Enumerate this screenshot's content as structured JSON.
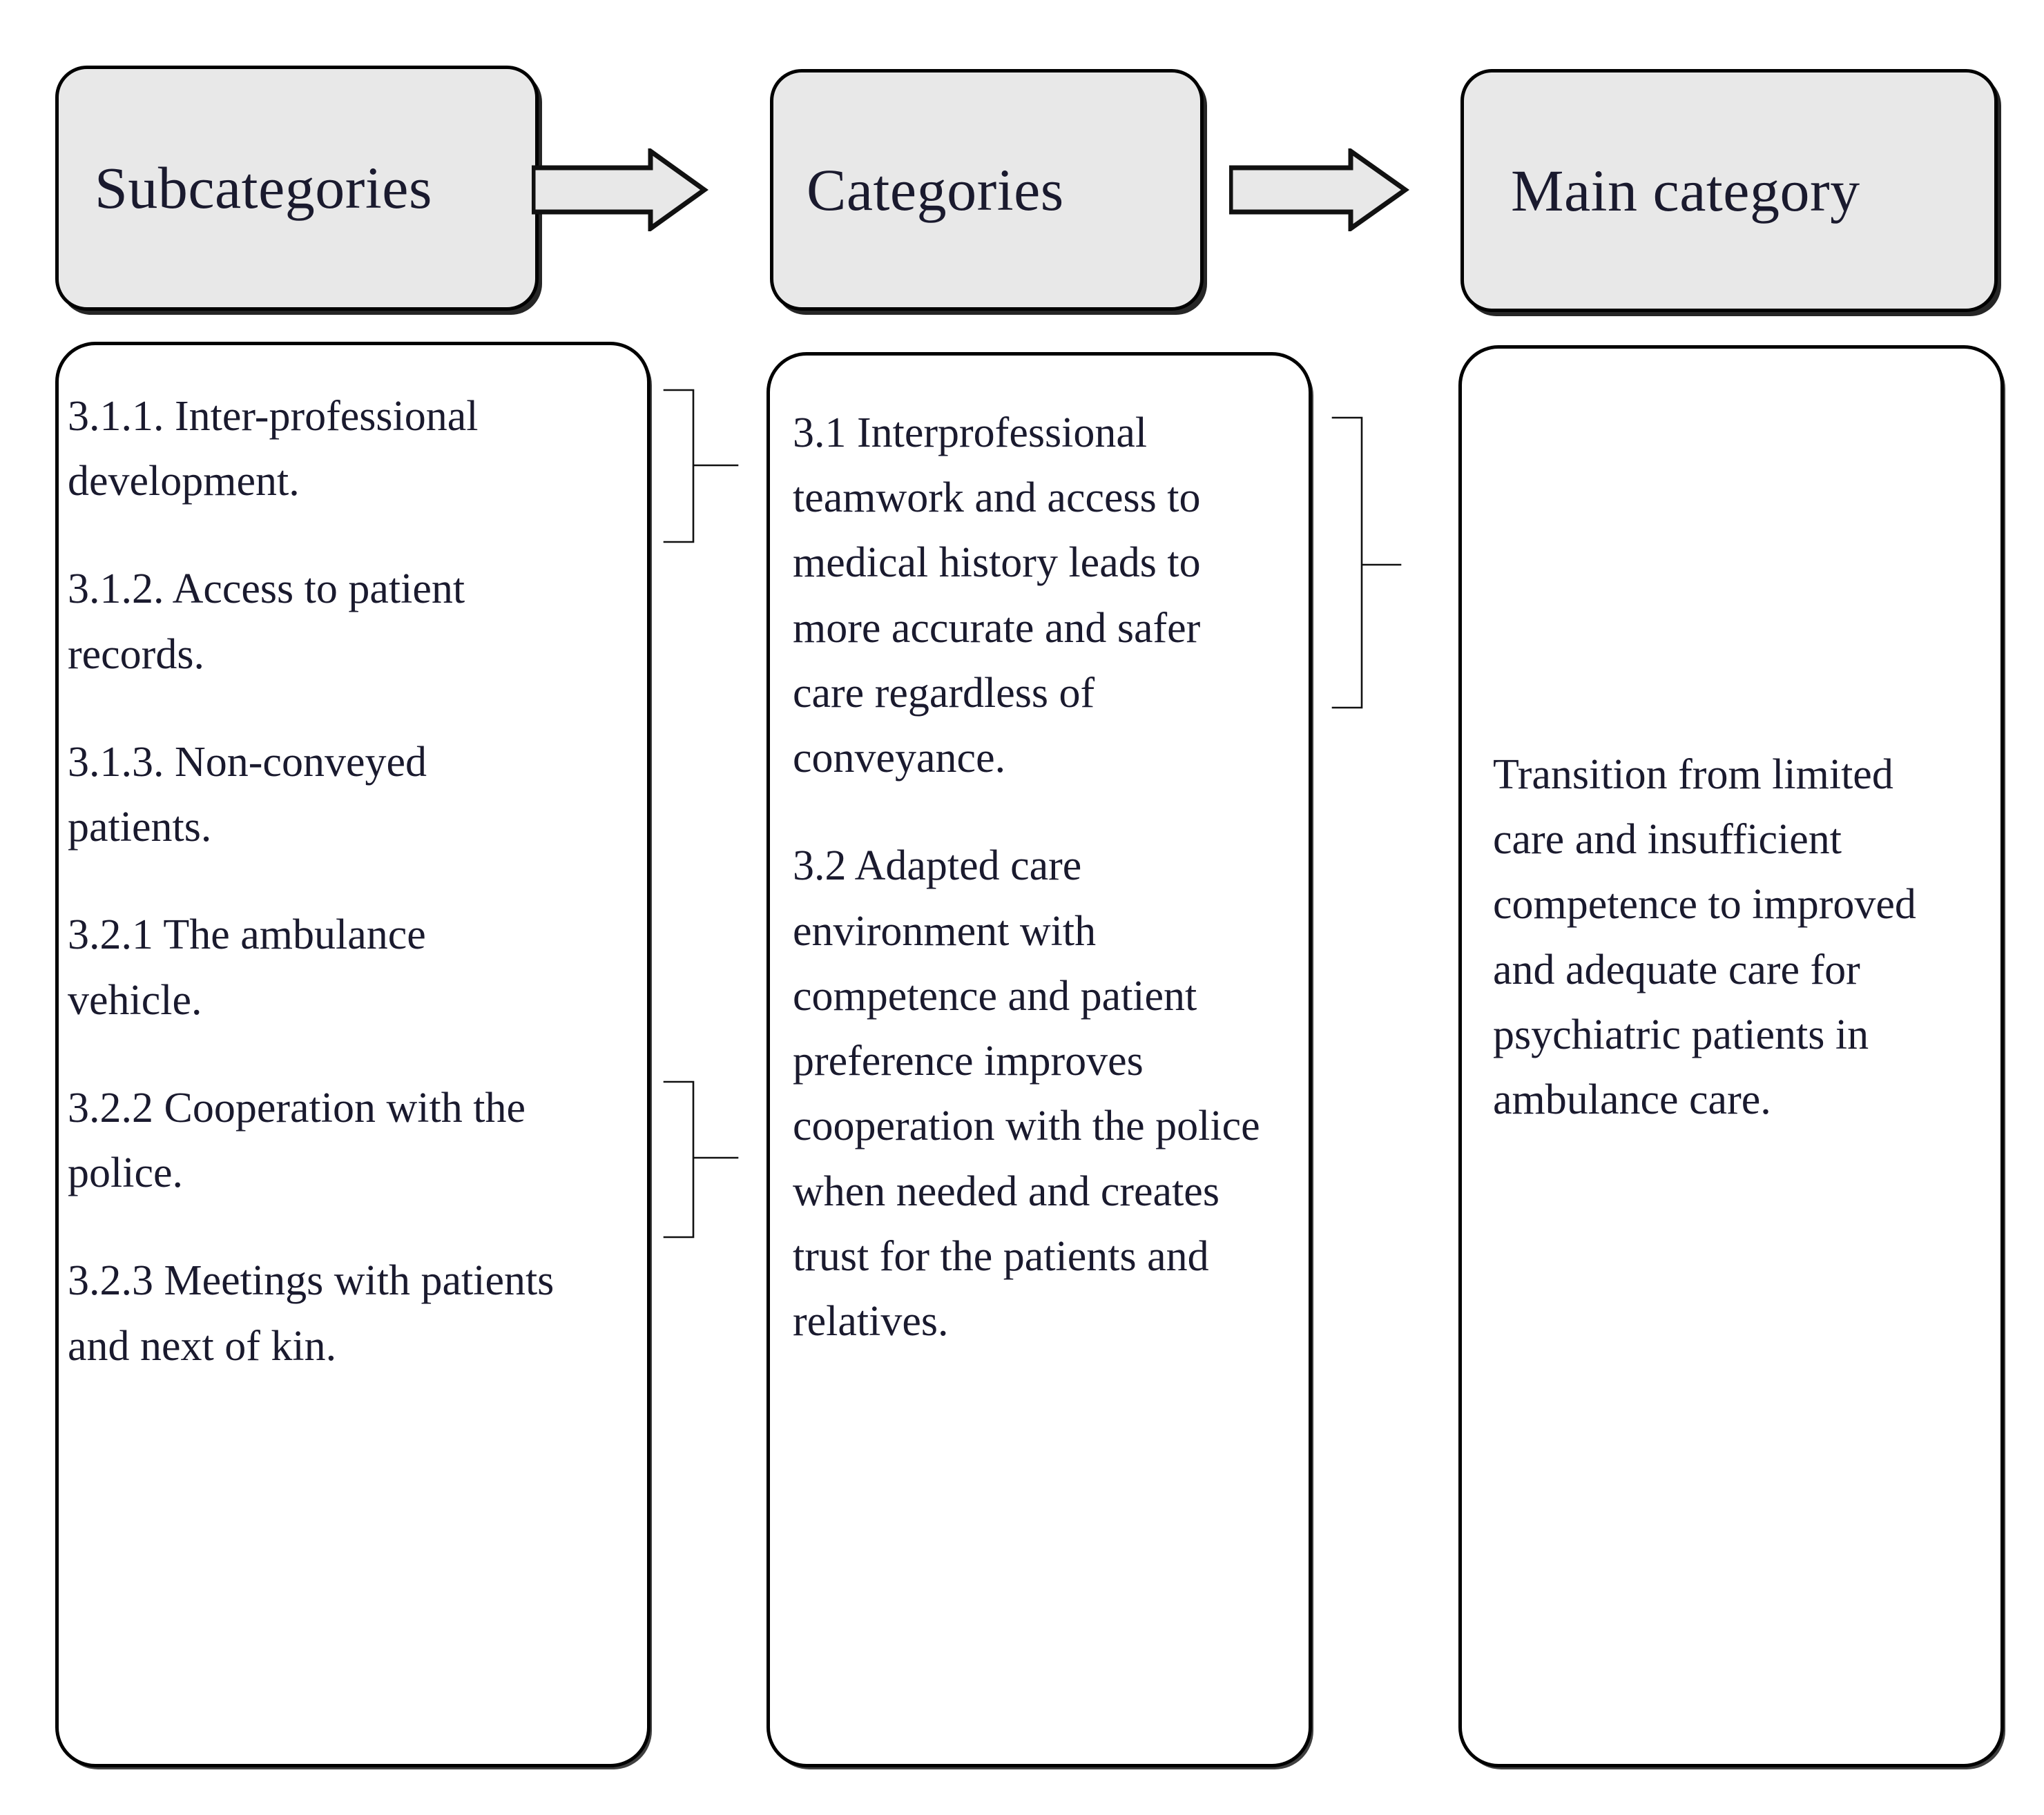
{
  "headers": [
    {
      "id": "subcategories",
      "label": "Subcategories"
    },
    {
      "id": "categories",
      "label": "Categories"
    },
    {
      "id": "main-category",
      "label": "Main category"
    }
  ],
  "arrows": [
    {
      "id": "arrow-subcategories-to-categories",
      "name": "right-arrow-icon"
    },
    {
      "id": "arrow-categories-to-main-category",
      "name": "right-arrow-icon"
    }
  ],
  "columns": {
    "subcategories": {
      "items": [
        "3.1.1. Inter-professional development.",
        "3.1.2. Access to patient records.",
        "3.1.3. Non-conveyed patients.",
        "3.2.1 The ambulance vehicle.",
        "3.2.2 Cooperation with the police.",
        "3.2.3 Meetings with patients and next of kin."
      ]
    },
    "categories": {
      "items": [
        "3.1 Interprofessional teamwork and access to medical history leads to more accurate and safer care regardless of conveyance.",
        "3.2 Adapted care environment with competence and patient preference improves cooperation with the police when needed and creates trust for the patients and relatives."
      ]
    },
    "main_category": {
      "items": [
        "Transition from limited care and insufficient competence to improved and adequate care for psychiatric patients in ambulance care."
      ]
    }
  },
  "brackets": [
    {
      "id": "bracket-subcategories-3-1",
      "name": "grouping-bracket",
      "groups": [
        "3.1.1.",
        "3.1.2.",
        "3.1.3."
      ],
      "maps_to": "3.1"
    },
    {
      "id": "bracket-subcategories-3-2",
      "name": "grouping-bracket",
      "groups": [
        "3.2.1",
        "3.2.2",
        "3.2.3"
      ],
      "maps_to": "3.2"
    },
    {
      "id": "bracket-categories-to-main",
      "name": "grouping-bracket",
      "groups": [
        "3.1",
        "3.2"
      ],
      "maps_to": "main category"
    }
  ],
  "colors": {
    "header_fill": "#e8e8e8",
    "border": "#000000",
    "text": "#1a1a2e",
    "page_background": "#ffffff",
    "arrow_fill": "#e8e8e8"
  }
}
